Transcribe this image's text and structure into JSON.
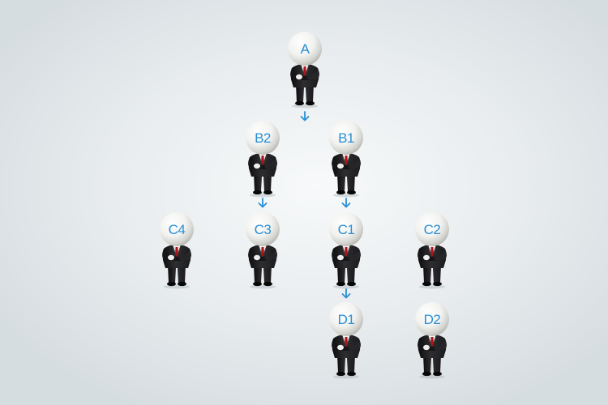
{
  "colors": {
    "label": "#2a8fd4",
    "arrow": "#2a8fd4",
    "suit": "#1b1b1d",
    "tie": "#b01318",
    "head": "#f2f2f0"
  },
  "nodes": [
    {
      "id": "A",
      "label": "A"
    },
    {
      "id": "B2",
      "label": "B2"
    },
    {
      "id": "B1",
      "label": "B1"
    },
    {
      "id": "C4",
      "label": "C4"
    },
    {
      "id": "C3",
      "label": "C3"
    },
    {
      "id": "C1",
      "label": "C1"
    },
    {
      "id": "C2",
      "label": "C2"
    },
    {
      "id": "D1",
      "label": "D1"
    },
    {
      "id": "D2",
      "label": "D2"
    }
  ],
  "edges": [
    {
      "from": "A",
      "to": "B1"
    },
    {
      "from": "B2",
      "to": "C3"
    },
    {
      "from": "B1",
      "to": "C1"
    },
    {
      "from": "C1",
      "to": "D1"
    }
  ]
}
